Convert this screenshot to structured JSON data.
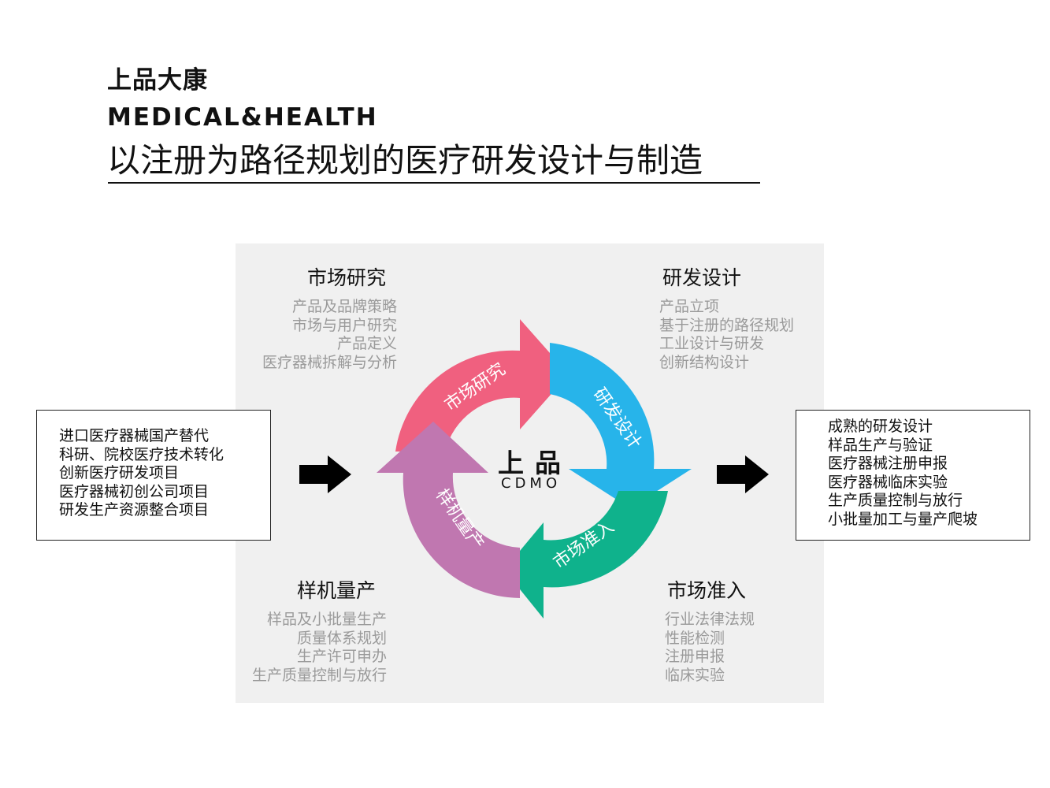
{
  "header": {
    "brand_cn": "上品大康",
    "brand_en": "MEDICAL&HEALTH",
    "headline": "以注册为路径规划的医疗研发设计与制造"
  },
  "center": {
    "name_cn": "上品",
    "name_en": "CDMO"
  },
  "stages": {
    "market_research": {
      "title": "市场研究",
      "items": [
        "产品及品牌策略",
        "市场与用户研究",
        "产品定义",
        "医疗器械拆解与分析"
      ],
      "arrow_label": "市场研究",
      "color": "#f0607f"
    },
    "rnd_design": {
      "title": "研发设计",
      "items": [
        "产品立项",
        "基于注册的路径规划",
        "工业设计与研发",
        "创新结构设计"
      ],
      "arrow_label": "研发设计",
      "color": "#27b4ea"
    },
    "market_access": {
      "title": "市场准入",
      "items": [
        "行业法律法规",
        "性能检测",
        "注册申报",
        "临床实验"
      ],
      "arrow_label": "市场准入",
      "color": "#0fb28c"
    },
    "prototype_production": {
      "title": "样机量产",
      "items": [
        "样品及小批量生产",
        "质量体系规划",
        "生产许可申办",
        "生产质量控制与放行"
      ],
      "arrow_label": "样机量产",
      "color": "#c077b0"
    }
  },
  "inputs": {
    "items": [
      "进口医疗器械国产替代",
      "科研、院校医疗技术转化",
      "创新医疗研发项目",
      "医疗器械初创公司项目",
      "研发生产资源整合项目"
    ]
  },
  "outputs": {
    "items": [
      "成熟的研发设计",
      "样品生产与验证",
      "医疗器械注册申报",
      "医疗器械临床实验",
      "生产质量控制与放行",
      "小批量加工与量产爬坡"
    ]
  }
}
